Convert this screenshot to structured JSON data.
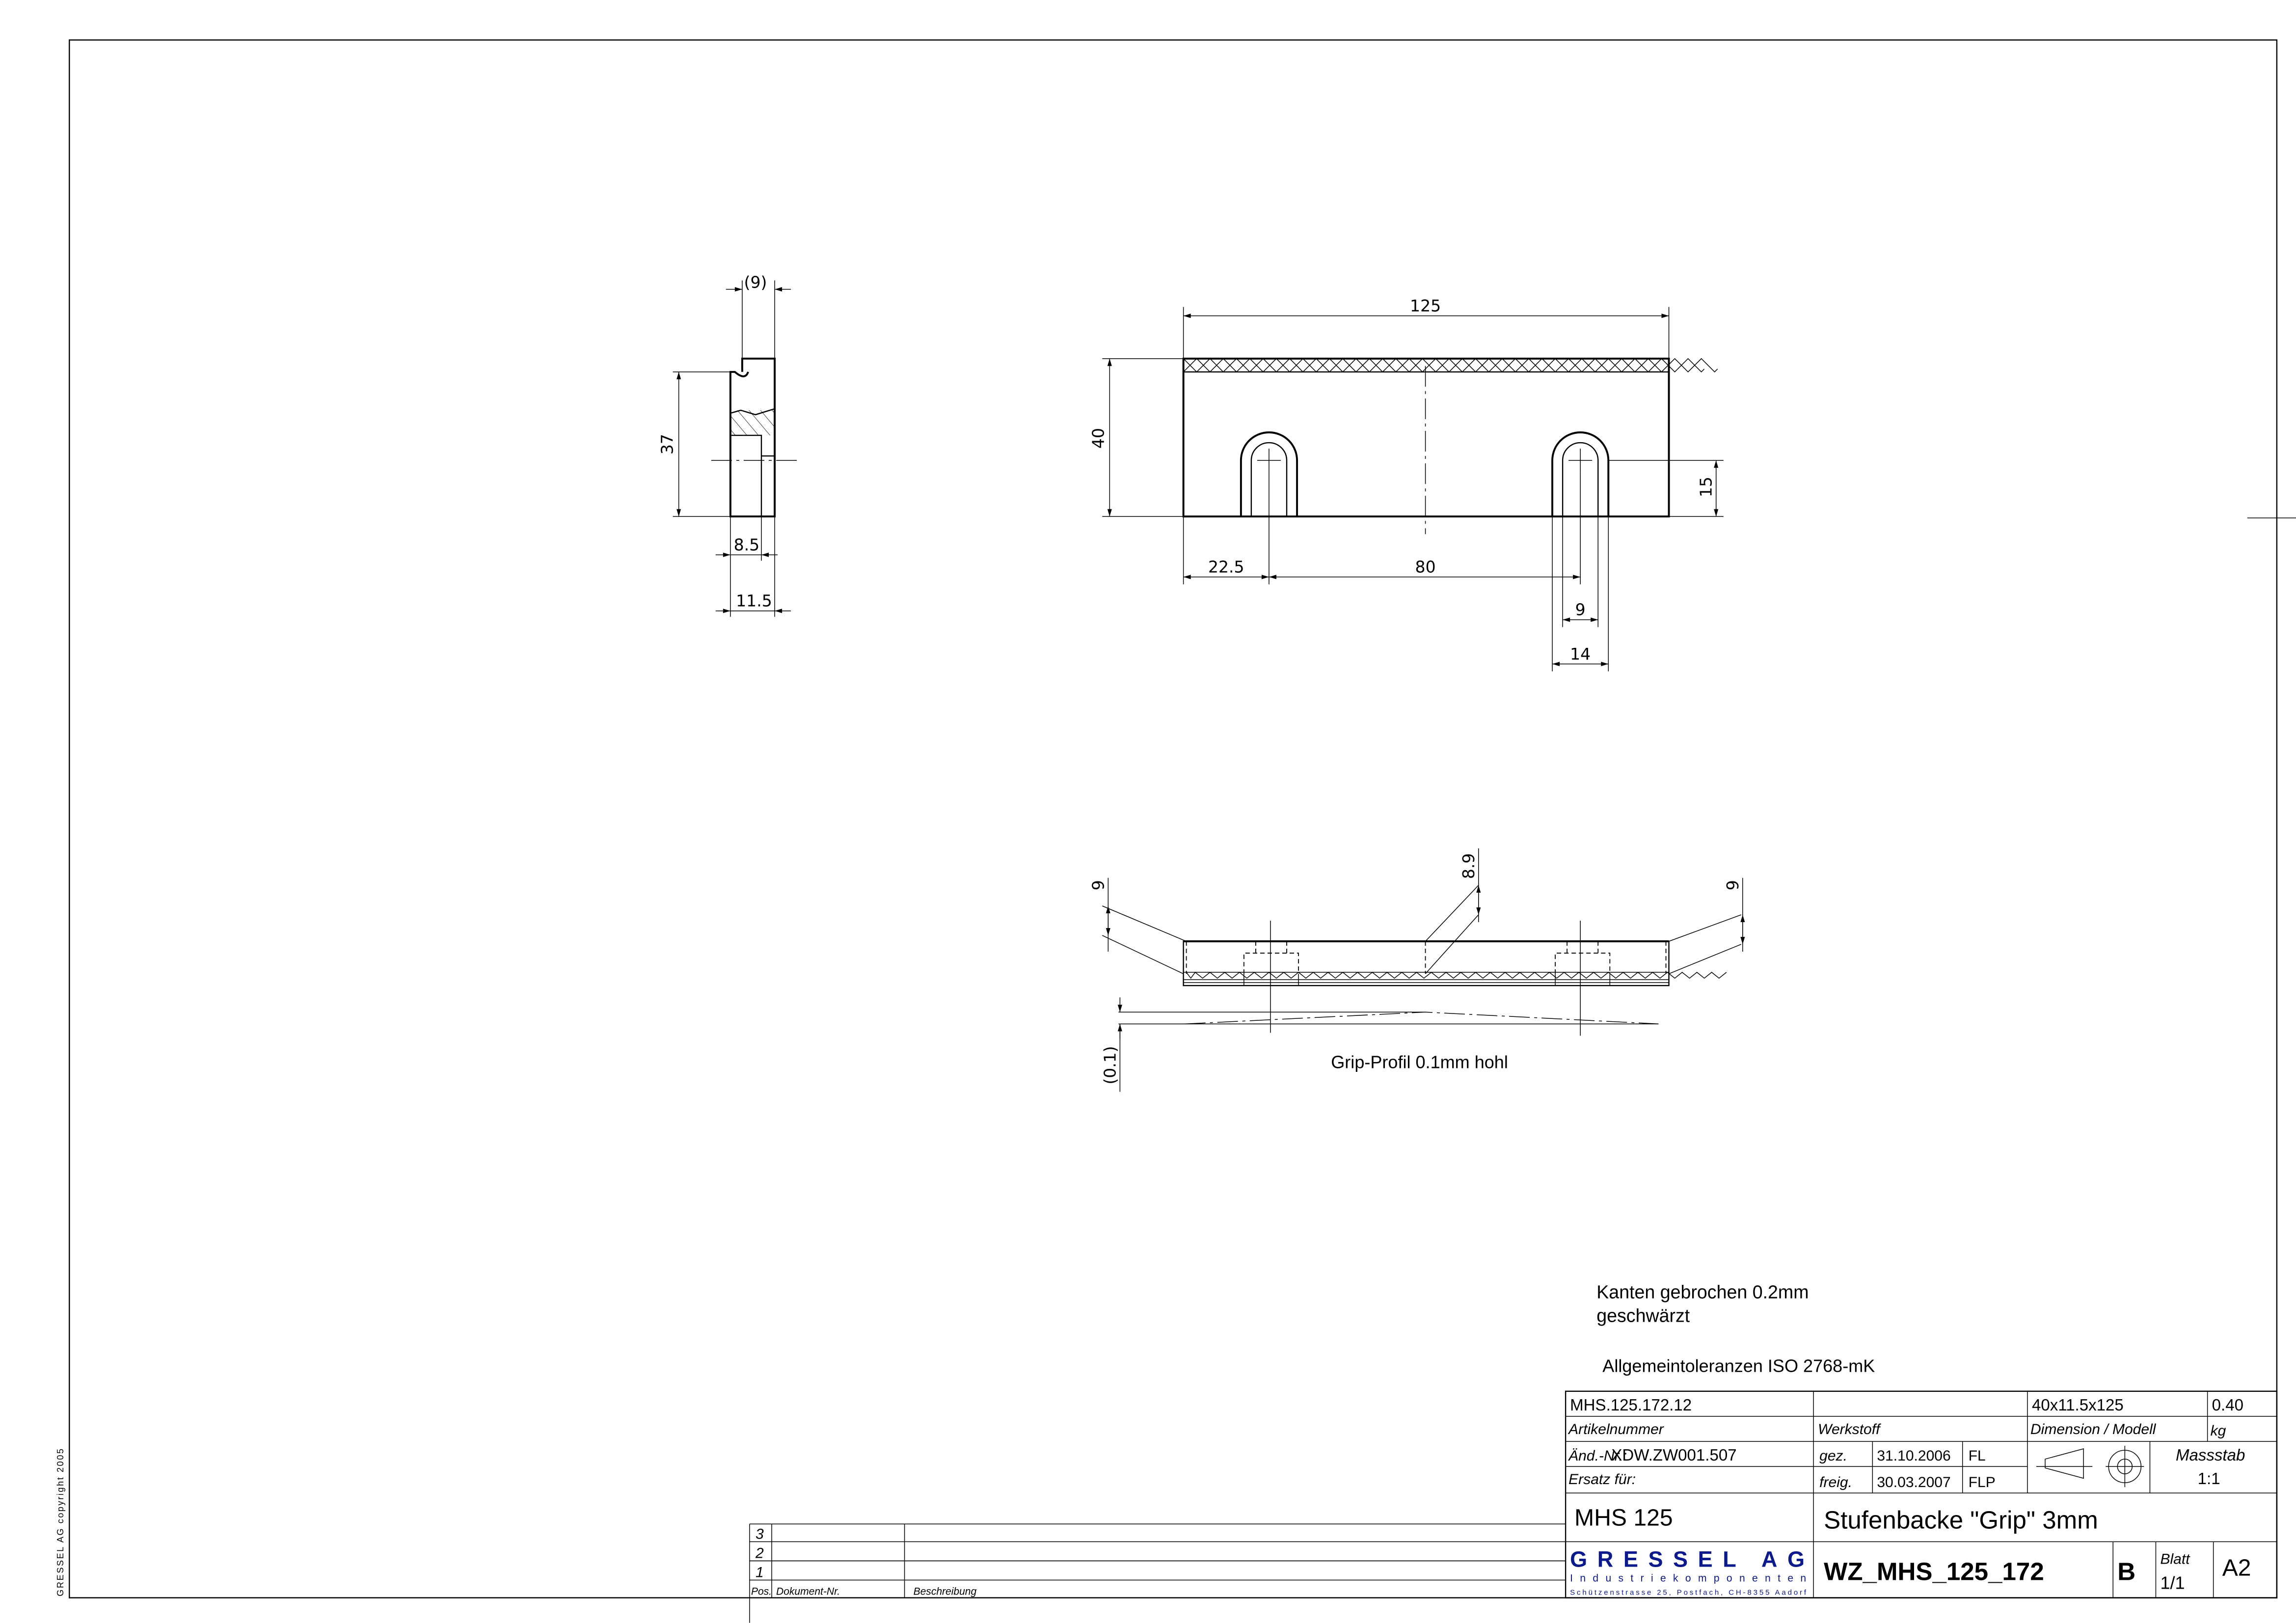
{
  "views": {
    "side": {
      "dim_top": "(9)",
      "dim_height": "37",
      "dim_inner": "8.5",
      "dim_total": "11.5"
    },
    "front": {
      "dim_length": "125",
      "dim_height": "40",
      "dim_slot_height": "15",
      "dim_edge": "22.5",
      "dim_pitch": "80",
      "dim_slot_inner": "9",
      "dim_slot_outer": "14"
    },
    "bottom": {
      "dim_left": "9",
      "dim_center": "8.9",
      "dim_right": "9",
      "dim_profile": "(0.1)",
      "caption": "Grip-Profil  0.1mm  hohl"
    }
  },
  "notes": {
    "line1": "Kanten gebrochen 0.2mm",
    "line2": "geschwärzt",
    "tolerances": "Allgemeintoleranzen  ISO 2768-mK"
  },
  "title_block": {
    "article_number": "MHS.125.172.12",
    "article_label": "Artikelnummer",
    "material_label": "Werkstoff",
    "dimension": "40x11.5x125",
    "dimension_label": "Dimension / Modell",
    "weight": "0.40",
    "weight_unit": "kg",
    "change_label": "Änd.-Nr.:",
    "change_number": "XDW.ZW001.507",
    "replacement_label": "Ersatz für:",
    "drawn_label": "gez.",
    "drawn_date": "31.10.2006",
    "drawn_by": "FL",
    "released_label": "freig.",
    "released_date": "30.03.2007",
    "released_by": "FLP",
    "scale_label": "Massstab",
    "scale": "1:1",
    "product": "MHS 125",
    "description": "Stufenbacke \"Grip\" 3mm",
    "company": "GRESSEL AG",
    "company_sub": "Industriekomponenten",
    "company_address": "Schützenstrasse 25, Postfach, CH-8355 Aadorf",
    "drawing_number": "WZ_MHS_125_172",
    "revision": "B",
    "sheet_label": "Blatt",
    "sheet": "1/1",
    "format": "A2"
  },
  "revision_table": {
    "rows": [
      "3",
      "2",
      "1"
    ],
    "headers": {
      "pos": "Pos.",
      "doc": "Dokument-Nr.",
      "desc": "Beschreibung"
    }
  },
  "copyright": "GRESSEL AG copyright 2005",
  "colors": {
    "brand": "#0a1a8c"
  }
}
